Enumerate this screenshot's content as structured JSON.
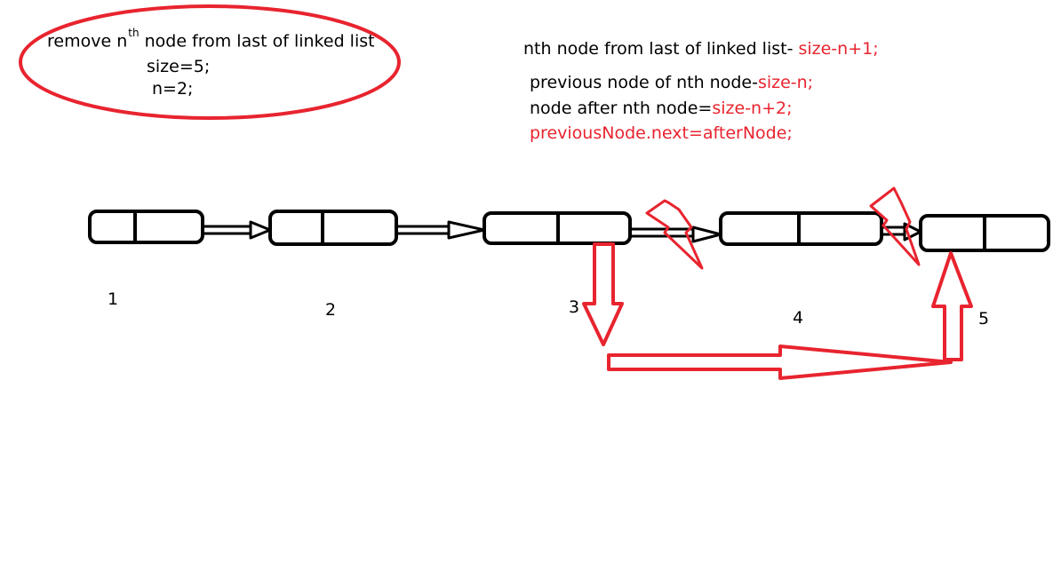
{
  "note": {
    "line1_prefix": "remove n",
    "line1_sup": "th",
    "line1_suffix": " node from last of linked list",
    "line2": "size=5;",
    "line3": "n=2;"
  },
  "formulas": {
    "f1_label": "nth node from last of linked list- ",
    "f1_value": "size-n+1;",
    "f2_label": "previous node of nth node-",
    "f2_value": "size-n;",
    "f3_label": "node after nth node=",
    "f3_value": "size-n+2;",
    "f4": "previousNode.next=afterNode;"
  },
  "nodes": [
    {
      "label": "1"
    },
    {
      "label": "2"
    },
    {
      "label": "3"
    },
    {
      "label": "4"
    },
    {
      "label": "5"
    }
  ],
  "colors": {
    "ink": "#000000",
    "red": "#e8242f"
  }
}
